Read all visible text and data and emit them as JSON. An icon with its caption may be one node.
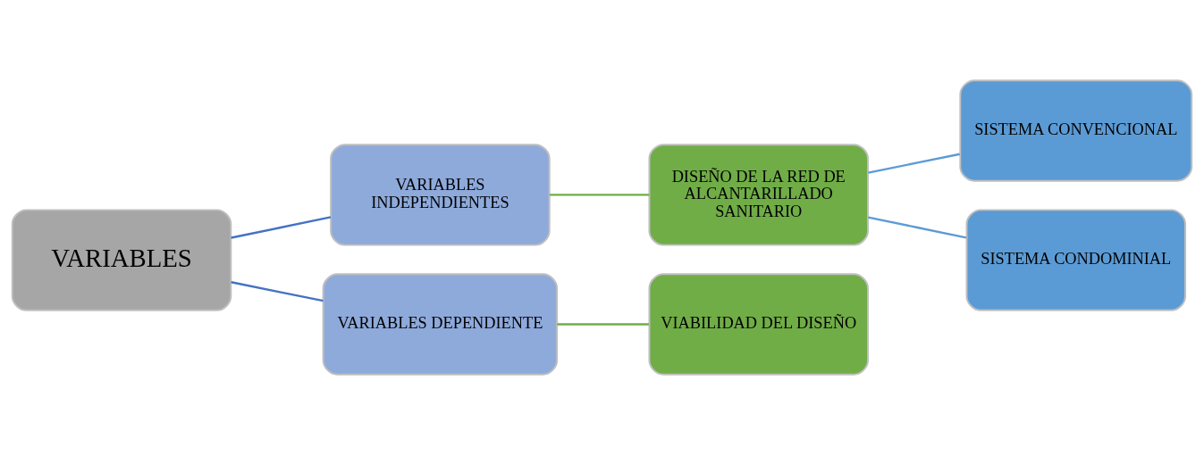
{
  "diagram": {
    "nodes": [
      {
        "text": [
          "VARIABLES"
        ]
      },
      {
        "text": [
          "VARIABLES INDEPENDIENTES"
        ]
      },
      {
        "text": [
          "VARIABLES DEPENDIENTE"
        ]
      },
      {
        "text": [
          "DISEÑO DE LA RED DE ALCANTARILLADO SANITARIO"
        ]
      },
      {
        "text": [
          "VIABILIDAD DEL DISEÑO"
        ]
      },
      {
        "text": [
          "SISTEMA CONVENCIONAL"
        ]
      },
      {
        "text": [
          "SISTEMA CONDOMINIAL"
        ]
      }
    ],
    "edges": [
      {
        "from": 0,
        "to": 1,
        "arrow": "none",
        "color": "#4472c4"
      },
      {
        "from": 0,
        "to": 2,
        "arrow": "none",
        "color": "#4472c4"
      },
      {
        "from": 1,
        "to": 3,
        "arrow": "none",
        "color": "#70ad47"
      },
      {
        "from": 2,
        "to": 4,
        "arrow": "none",
        "color": "#70ad47"
      },
      {
        "from": 3,
        "to": 5,
        "arrow": "none",
        "color": "#5b9bd5"
      },
      {
        "from": 3,
        "to": 6,
        "arrow": "none",
        "color": "#5b9bd5"
      }
    ]
  }
}
